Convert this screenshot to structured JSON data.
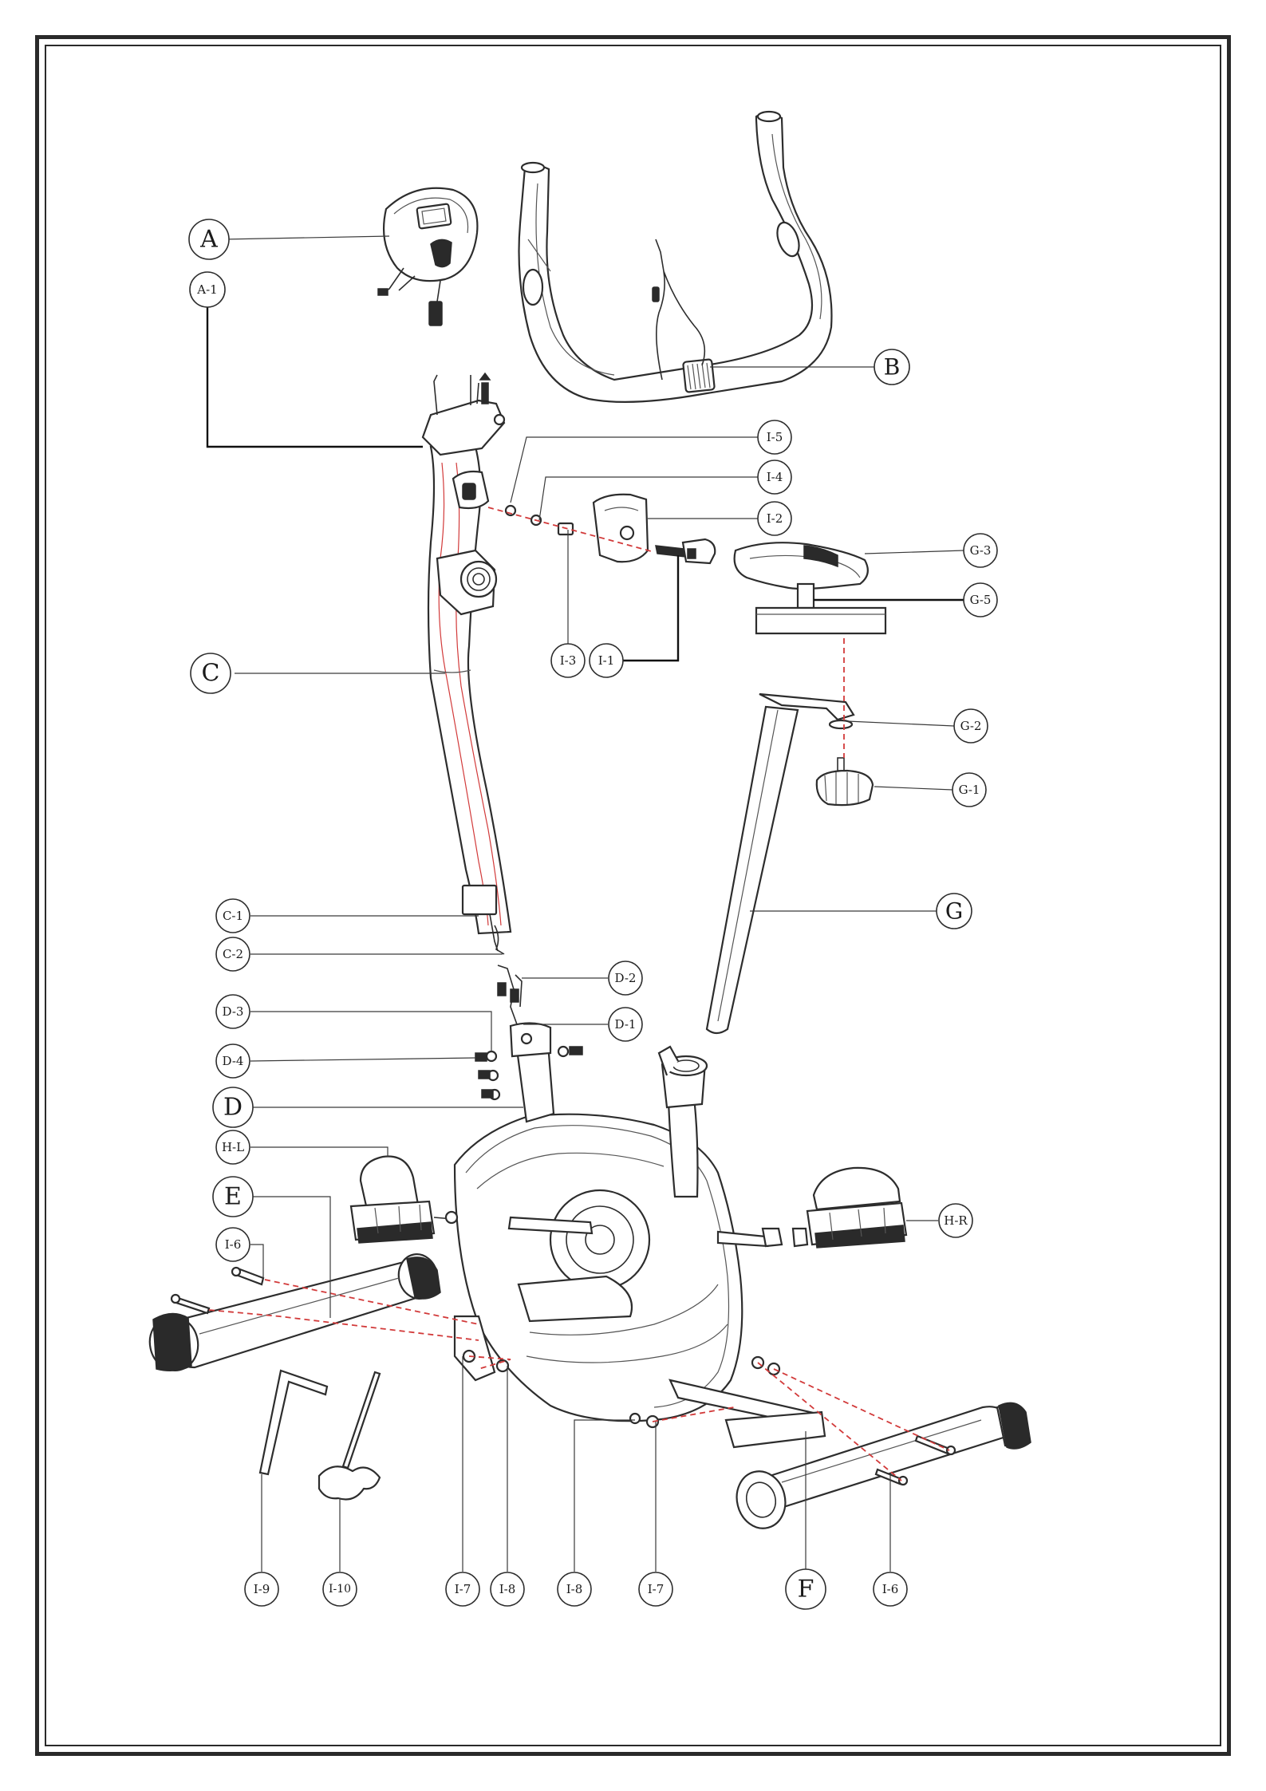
{
  "diagram": {
    "callouts": {
      "A": "A",
      "A_1": "A-1",
      "B": "B",
      "C": "C",
      "C_1": "C-1",
      "C_2": "C-2",
      "D": "D",
      "D_1": "D-1",
      "D_2": "D-2",
      "D_3": "D-3",
      "D_4": "D-4",
      "E": "E",
      "F": "F",
      "G": "G",
      "G_1": "G-1",
      "G_2": "G-2",
      "G_3": "G-3",
      "G_5": "G-5",
      "H_L": "H-L",
      "H_R": "H-R",
      "I_1": "I-1",
      "I_2": "I-2",
      "I_3": "I-3",
      "I_4": "I-4",
      "I_5": "I-5",
      "I_6_left": "I-6",
      "I_6_right": "I-6",
      "I_7_left": "I-7",
      "I_7_right": "I-7",
      "I_8_left": "I-8",
      "I_8_right": "I-8",
      "I_9": "I-9",
      "I_10": "I-10"
    },
    "colors": {
      "line": "#2d2d2d",
      "assembly_line": "#d23a3a",
      "background": "#ffffff"
    }
  }
}
